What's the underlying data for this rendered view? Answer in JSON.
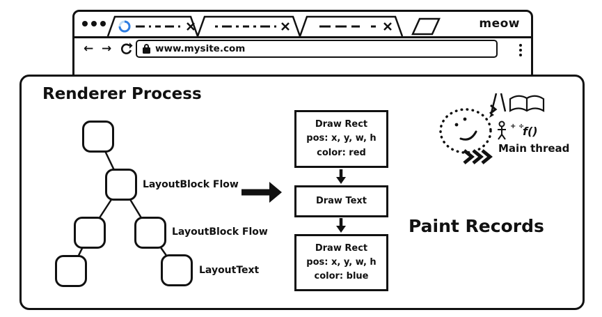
{
  "browser": {
    "brand": "meow",
    "spinner_color": "#2E7DE1",
    "spinner_track_color": "#BFDDF6",
    "nav": {
      "back_icon": "←",
      "forward_icon": "→",
      "url": "www.mysite.com"
    }
  },
  "renderer": {
    "title": "Renderer Process",
    "layout_tree": {
      "node_labels": [
        "LayoutBlock Flow",
        "LayoutBlock Flow",
        "LayoutText"
      ]
    },
    "paint_records": {
      "title": "Paint Records",
      "records": [
        {
          "lines": [
            "Draw Rect",
            "pos: x, y, w, h",
            "color: red"
          ]
        },
        {
          "lines": [
            "Draw Text"
          ]
        },
        {
          "lines": [
            "Draw Rect",
            "pos: x, y, w, h",
            "color: blue"
          ]
        }
      ]
    },
    "main_thread": {
      "label": "Main thread",
      "doodles": {
        "fn_text": "f()",
        "math_text": "+ ÷"
      }
    }
  }
}
